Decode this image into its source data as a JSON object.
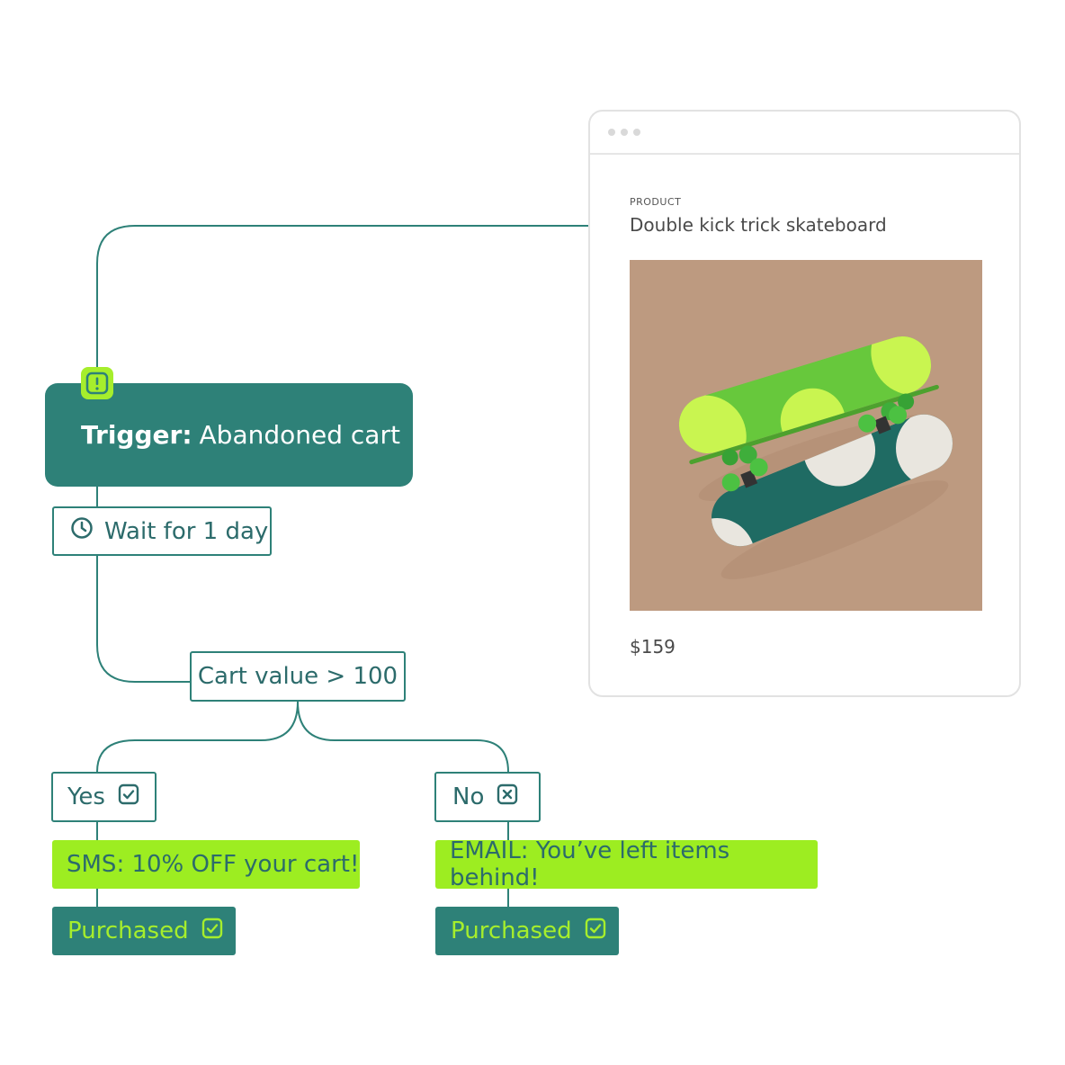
{
  "flow": {
    "trigger": {
      "label": "Trigger:",
      "value": "Abandoned cart"
    },
    "wait": {
      "label": "Wait for 1 day"
    },
    "condition": {
      "label": "Cart value > 100"
    },
    "branch_yes": {
      "label": "Yes"
    },
    "branch_no": {
      "label": "No"
    },
    "action_yes": {
      "label": "SMS: 10% OFF your cart!"
    },
    "action_no": {
      "label": "EMAIL: You’ve left items behind!"
    },
    "outcome_yes": {
      "label": "Purchased"
    },
    "outcome_no": {
      "label": "Purchased"
    }
  },
  "product_card": {
    "eyebrow": "PRODUCT",
    "title": "Double kick trick skateboard",
    "price": "$159"
  },
  "colors": {
    "teal": "#2e8178",
    "lime": "#a6ee2c",
    "text": "#2c6b6b",
    "photo_background": "#bd9a80"
  },
  "icons": {
    "trigger": "alert-icon",
    "wait": "clock-icon",
    "yes": "checkbox-check-icon",
    "no": "checkbox-x-icon",
    "purchased": "checkbox-check-icon"
  }
}
